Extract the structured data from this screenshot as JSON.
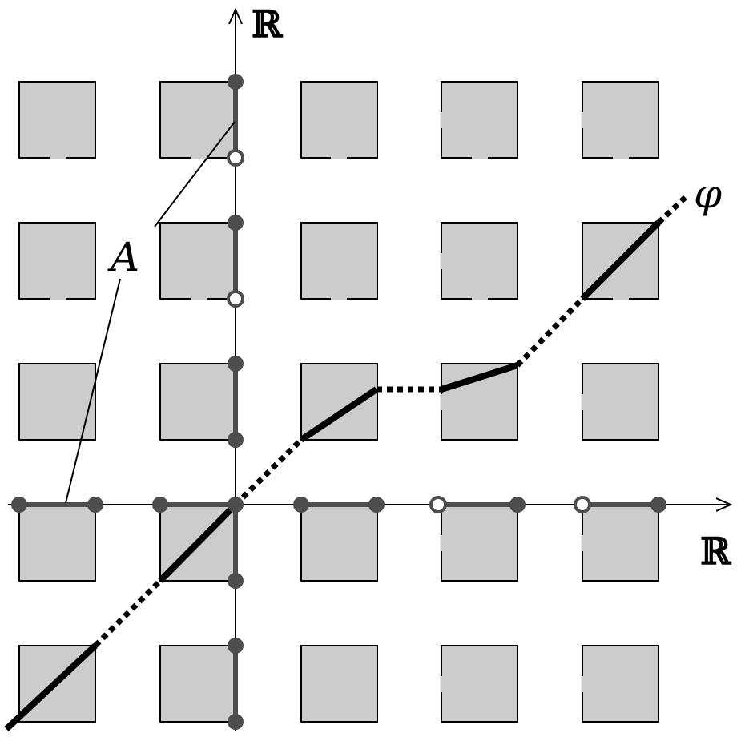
{
  "labels": {
    "x_axis": "ℝ",
    "y_axis": "ℝ",
    "set_label": "A",
    "function_label": "φ"
  },
  "colors": {
    "square_fill": "#cccccc",
    "square_edge": "#000000",
    "set_gray": "#4d4d4d",
    "graph": "#000000",
    "background": "#ffffff"
  }
}
